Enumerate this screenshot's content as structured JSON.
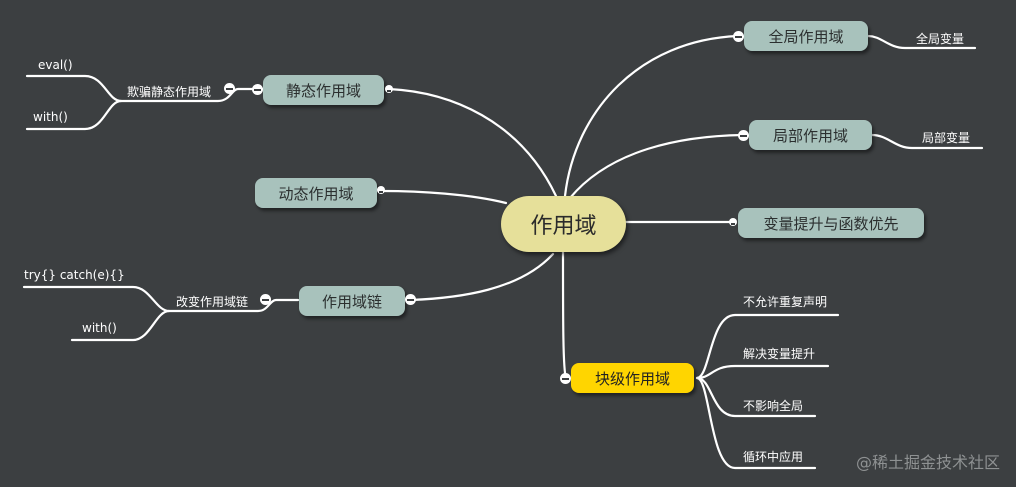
{
  "root": {
    "label": "作用域"
  },
  "branches": {
    "global": {
      "label": "全局作用域",
      "children": [
        "全局变量"
      ]
    },
    "local": {
      "label": "局部作用域",
      "children": [
        "局部变量"
      ]
    },
    "hoisting": {
      "label": "变量提升与函数优先"
    },
    "block": {
      "label": "块级作用域",
      "children": [
        "不允许重复声明",
        "解决变量提升",
        "不影响全局",
        "循环中应用"
      ]
    },
    "static": {
      "label": "静态作用域",
      "sub": {
        "label": "欺骗静态作用域",
        "children": [
          "eval()",
          "with()"
        ]
      }
    },
    "dynamic": {
      "label": "动态作用域"
    },
    "chain": {
      "label": "作用域链",
      "sub": {
        "label": "改变作用域链",
        "children": [
          "try{} catch(e){}",
          "with()"
        ]
      }
    }
  },
  "watermark": "@稀土掘金技术社区",
  "colors": {
    "background": "#3c3f41",
    "root": "#e6e09a",
    "branch": "#a8c2bc",
    "highlight": "#ffd500",
    "line": "#ffffff"
  }
}
